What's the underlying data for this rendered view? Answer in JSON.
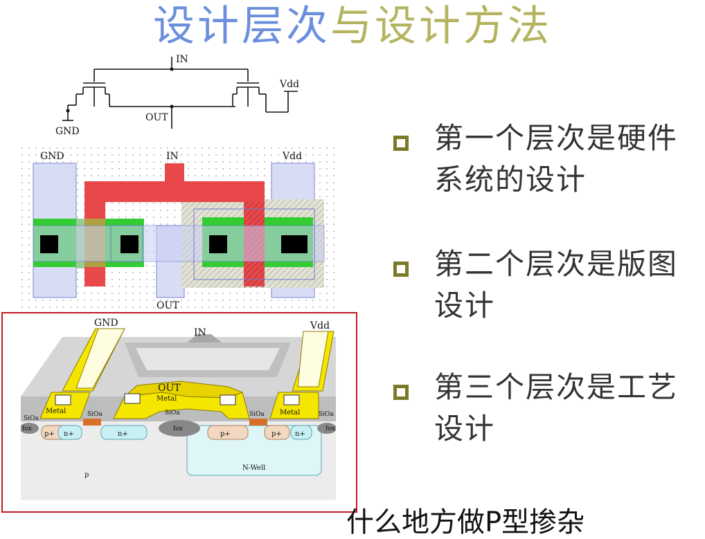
{
  "slide": {
    "title_part1": "设计层次",
    "title_part2": "与设计方法",
    "bullets": [
      {
        "text": "第一个层次是硬件系统的设计"
      },
      {
        "text": "第二个层次是版图设计"
      },
      {
        "text": "第三个层次是工艺设计"
      }
    ],
    "bottom_text": "什么地方做P型掺杂"
  },
  "schematic": {
    "in_label": "IN",
    "out_label": "OUT",
    "gnd_label": "GND",
    "vdd_label": "Vdd"
  },
  "layout_view": {
    "gnd_label": "GND",
    "in_label": "IN",
    "vdd_label": "Vdd",
    "out_label": "OUT"
  },
  "cross_section": {
    "gnd_label": "GND",
    "in_label": "IN",
    "vdd_label": "Vdd",
    "out_label": "OUT",
    "metal_label": "Metal",
    "sio2_label": "SiOa",
    "fox_label": "fox",
    "n_plus_label": "n+",
    "p_plus_label": "p+",
    "nwell_label": "N-Well",
    "substrate_label": "p"
  },
  "colors": {
    "title_blue": "#6b8fdc",
    "title_olive": "#b4b460",
    "bullet_box": "#7a7a28",
    "poly_red": "#e8484a",
    "diffusion_green": "#33cc33",
    "metal_yellow": "#f5e600",
    "frame_red": "#c0191f"
  }
}
